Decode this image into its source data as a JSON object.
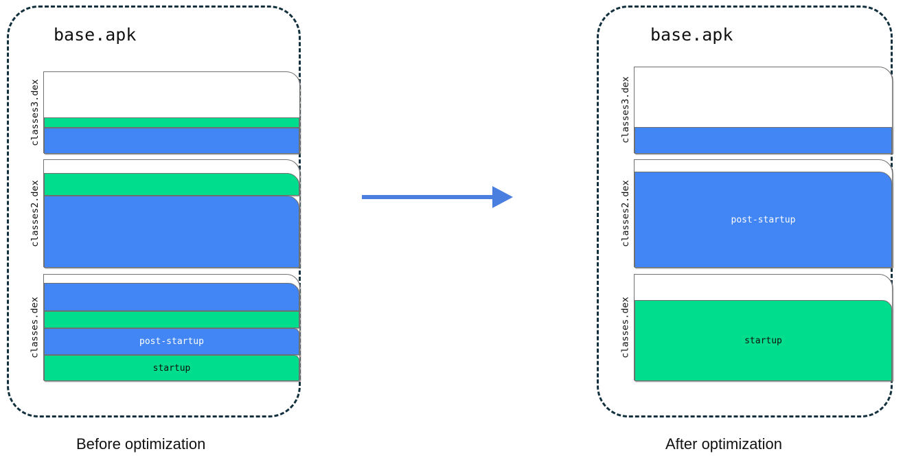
{
  "diagram": {
    "title_icon": "apk-package",
    "panels": [
      {
        "id": "before",
        "apk_name": "base.apk",
        "caption": "Before optimization",
        "dex_blocks": [
          {
            "label": "classes3.dex",
            "segments": [
              {
                "kind": "empty",
                "color": "#ffffff",
                "text": ""
              },
              {
                "kind": "startup",
                "color": "#00dd8c",
                "text": ""
              },
              {
                "kind": "post-startup",
                "color": "#4285f4",
                "text": ""
              }
            ]
          },
          {
            "label": "classes2.dex",
            "segments": [
              {
                "kind": "empty",
                "color": "#ffffff",
                "text": ""
              },
              {
                "kind": "startup",
                "color": "#00dd8c",
                "text": ""
              },
              {
                "kind": "post-startup",
                "color": "#4285f4",
                "text": ""
              }
            ]
          },
          {
            "label": "classes.dex",
            "segments": [
              {
                "kind": "empty",
                "color": "#ffffff",
                "text": ""
              },
              {
                "kind": "post-startup",
                "color": "#4285f4",
                "text": ""
              },
              {
                "kind": "startup",
                "color": "#00dd8c",
                "text": ""
              },
              {
                "kind": "post-startup",
                "color": "#4285f4",
                "text": "post-startup"
              },
              {
                "kind": "startup",
                "color": "#00dd8c",
                "text": "startup"
              }
            ]
          }
        ]
      },
      {
        "id": "after",
        "apk_name": "base.apk",
        "caption": "After optimization",
        "dex_blocks": [
          {
            "label": "classes3.dex",
            "segments": [
              {
                "kind": "empty",
                "color": "#ffffff",
                "text": ""
              },
              {
                "kind": "post-startup",
                "color": "#4285f4",
                "text": ""
              }
            ]
          },
          {
            "label": "classes2.dex",
            "segments": [
              {
                "kind": "empty",
                "color": "#ffffff",
                "text": ""
              },
              {
                "kind": "post-startup",
                "color": "#4285f4",
                "text": "post-startup"
              }
            ]
          },
          {
            "label": "classes.dex",
            "segments": [
              {
                "kind": "empty",
                "color": "#ffffff",
                "text": ""
              },
              {
                "kind": "startup",
                "color": "#00dd8c",
                "text": "startup"
              }
            ]
          }
        ]
      }
    ],
    "arrow": {
      "direction": "right",
      "color": "#4a7fe0"
    },
    "colors": {
      "startup": "#00dd8c",
      "post_startup": "#4285f4",
      "empty": "#ffffff",
      "panel_border": "#12303d",
      "box_border": "#6f6f6f",
      "arrow": "#4a7fe0"
    }
  }
}
